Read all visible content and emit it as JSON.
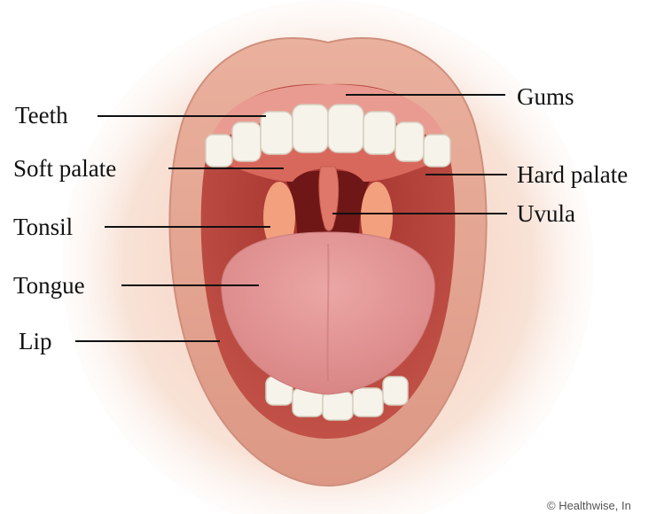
{
  "labels": {
    "teeth": "Teeth",
    "soft_palate": "Soft palate",
    "tonsil": "Tonsil",
    "tongue": "Tongue",
    "lip": "Lip",
    "gums": "Gums",
    "hard_palate": "Hard palate",
    "uvula": "Uvula"
  },
  "credit": "© Healthwise, In",
  "colors": {
    "lip": "#e7a693",
    "lip_shadow": "#d08e7c",
    "mouth_cavity": "#b8443a",
    "throat": "#6e1716",
    "palate": "#d9685c",
    "gums": "#e99b91",
    "teeth": "#f6f3ea",
    "tongue": "#e69a9a",
    "uvula": "#e0786a",
    "tonsil": "#f2a07e",
    "label_text": "#111111"
  }
}
